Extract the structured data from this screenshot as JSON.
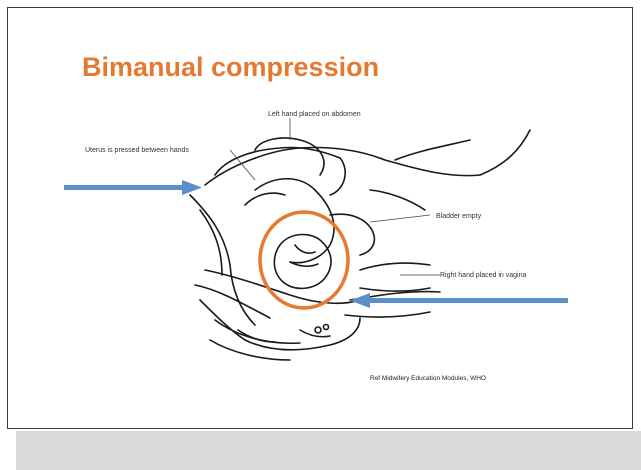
{
  "slide": {
    "title": "Bimanual compression",
    "labels": {
      "left_hand": "Left hand placed on abdomen",
      "uterus": "Uterus is pressed between hands",
      "bladder": "Bladder empty",
      "right_hand": "Right hand placed in vagina"
    },
    "reference": "Ref Midwifery Education Modules, WHO"
  },
  "colors": {
    "title": "#e47a32",
    "arrow": "#5b8fc9",
    "circle": "#e57a30"
  }
}
